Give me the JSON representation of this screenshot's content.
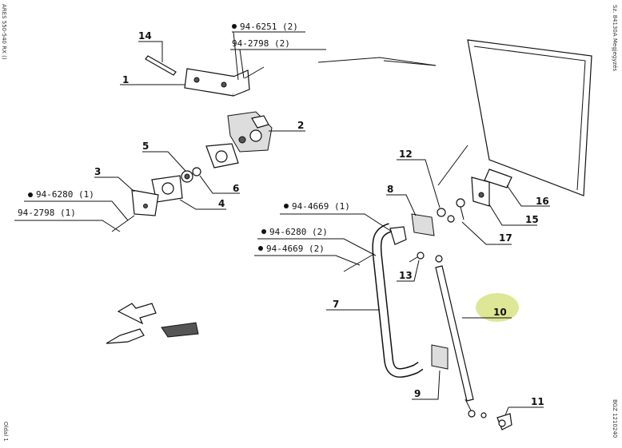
{
  "side_labels": {
    "top_left": "ARES 550-540 RX ()",
    "top_right": "Sz. 84130A  Megjegyzés",
    "bottom_left": "Oldal 1",
    "bottom_right": "BGZ 1210240"
  },
  "references": {
    "r_94_6251": "94-6251 (2)",
    "r_94_2798_a": "94-2798 (2)",
    "r_94_6280_a": "94-6280 (1)",
    "r_94_2798_b": "94-2798 (1)",
    "r_94_4669_a": "94-4669 (1)",
    "r_94_6280_b": "94-6280 (2)",
    "r_94_4669_b": "94-4669 (2)"
  },
  "callouts": {
    "c1": "1",
    "c2": "2",
    "c3": "3",
    "c4": "4",
    "c5": "5",
    "c6": "6",
    "c7": "7",
    "c8": "8",
    "c9": "9",
    "c10": "10",
    "c11": "11",
    "c12": "12",
    "c13": "13",
    "c14": "14",
    "c15": "15",
    "c16": "16",
    "c17": "17"
  },
  "highlight": {
    "part": "10",
    "color": "#d9e48a"
  }
}
